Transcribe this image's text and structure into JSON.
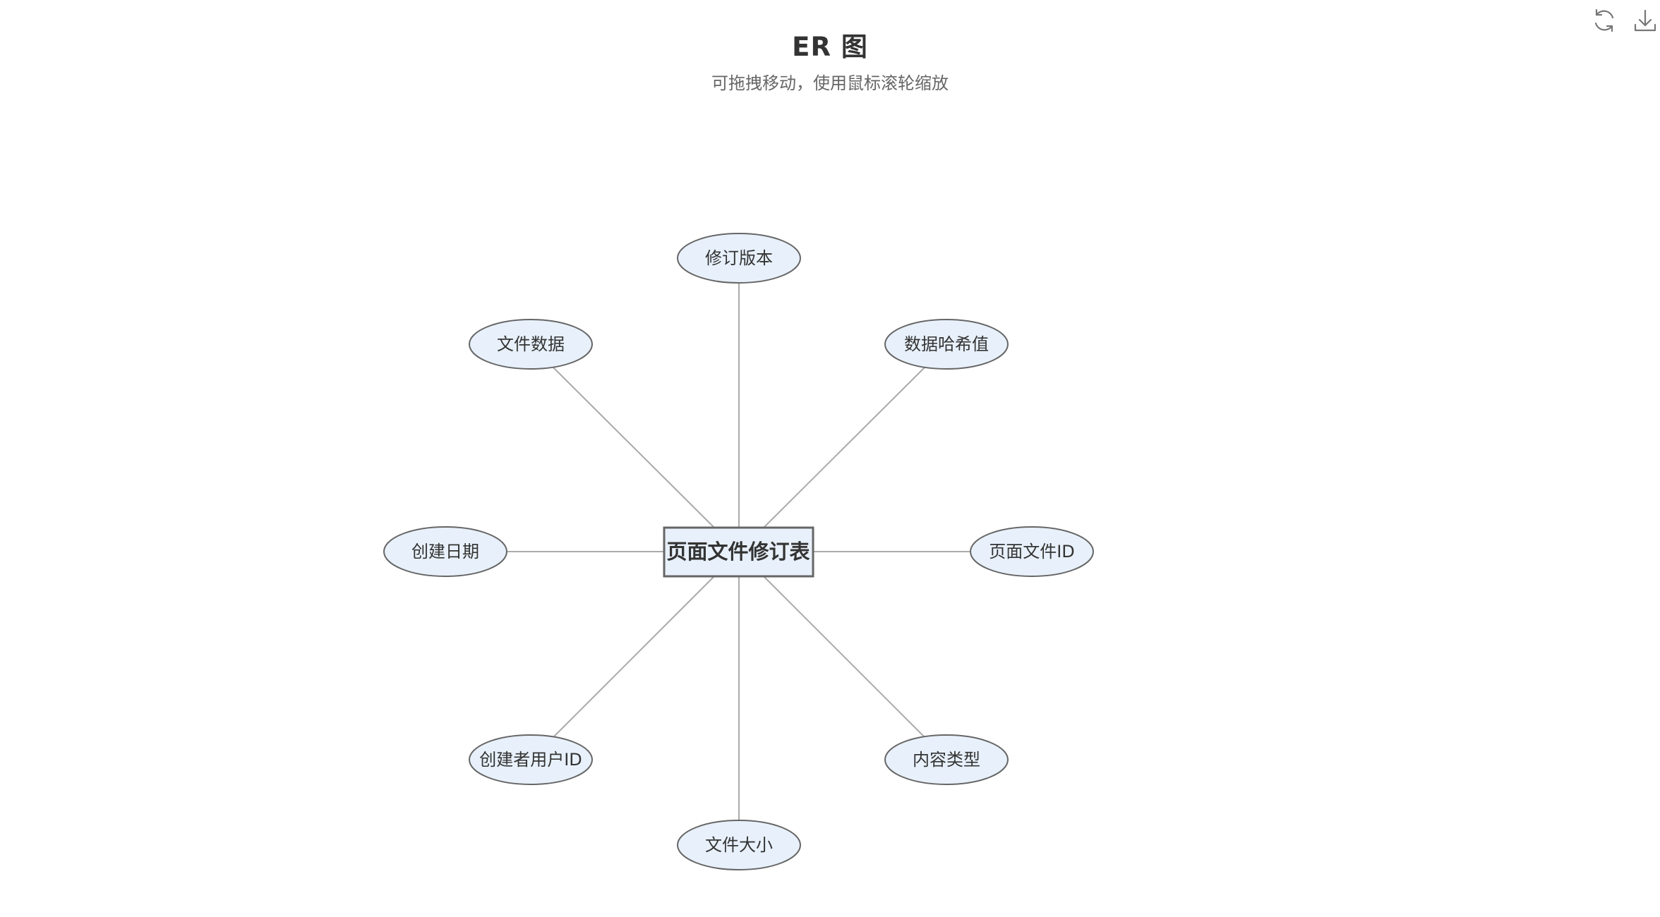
{
  "header": {
    "title": "ER 图",
    "subtitle": "可拖拽移动，使用鼠标滚轮缩放"
  },
  "toolbar": {
    "refresh_icon": "refresh-icon",
    "download_icon": "download-icon"
  },
  "colors": {
    "node_fill": "#e8f1fb",
    "node_stroke": "#666666",
    "edge": "#aaaaaa",
    "text": "#333333",
    "icon": "#777777"
  },
  "entity": {
    "label": "页面文件修订表"
  },
  "attributes": [
    {
      "id": "revision",
      "label": "修订版本"
    },
    {
      "id": "hash",
      "label": "数据哈希值"
    },
    {
      "id": "page-file-id",
      "label": "页面文件ID"
    },
    {
      "id": "content-type",
      "label": "内容类型"
    },
    {
      "id": "file-size",
      "label": "文件大小"
    },
    {
      "id": "creator-user-id",
      "label": "创建者用户ID"
    },
    {
      "id": "created-date",
      "label": "创建日期"
    },
    {
      "id": "file-data",
      "label": "文件数据"
    }
  ]
}
